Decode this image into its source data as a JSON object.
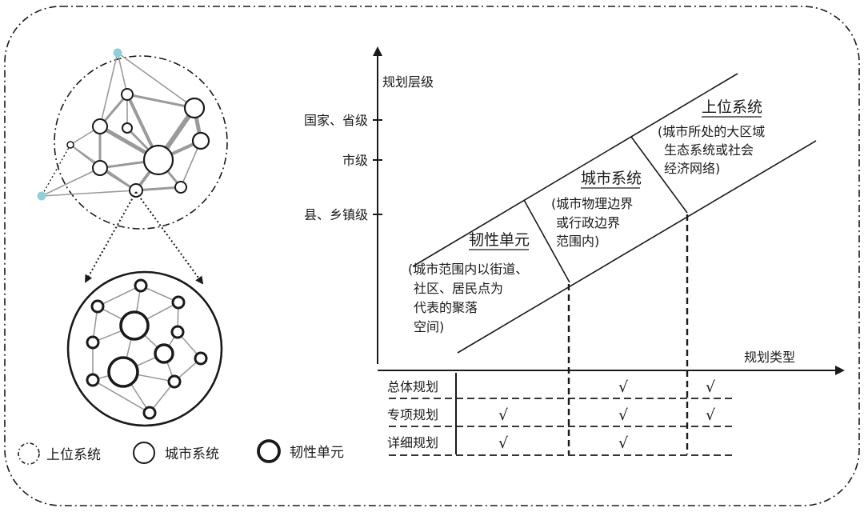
{
  "axes": {
    "y_label": "规划层级",
    "x_label": "规划类型",
    "y_ticks": [
      "国家、省级",
      "市级",
      "县、乡镇级"
    ]
  },
  "bands": {
    "upper": {
      "title": "上位系统",
      "desc": [
        "(城市所处的大区域",
        "生态系统或社会",
        "经济网络)"
      ]
    },
    "city": {
      "title": "城市系统",
      "desc": [
        "(城市物理边界",
        "或行政边界",
        "范围内)"
      ]
    },
    "unit": {
      "title": "韧性单元",
      "desc": [
        "(城市范围内以街道、",
        "社区、居民点为",
        "代表的聚落",
        "空间)"
      ]
    }
  },
  "table": {
    "check": "√",
    "rows": [
      {
        "label": "总体规划",
        "unit": false,
        "city": true,
        "upper": true
      },
      {
        "label": "专项规划",
        "unit": true,
        "city": true,
        "upper": true
      },
      {
        "label": "详细规划",
        "unit": true,
        "city": true,
        "upper": false
      }
    ]
  },
  "legend": {
    "upper": "上位系统",
    "city": "城市系统",
    "unit": "韧性单元"
  },
  "colors": {
    "ink": "#1a1a1a",
    "edge_gray": "#9a9a9a",
    "teal_node": "#8fd0d6"
  }
}
